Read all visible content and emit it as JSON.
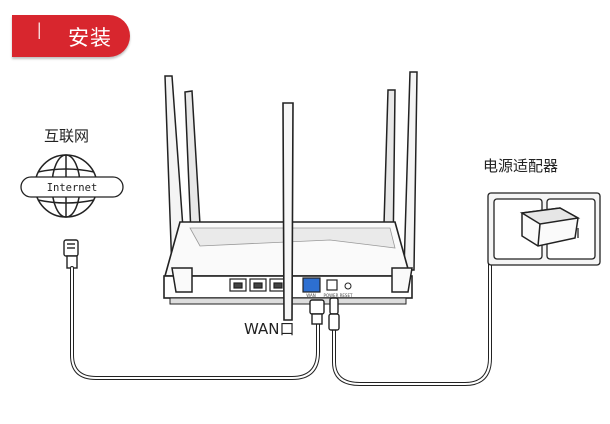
{
  "header": {
    "number": "I",
    "title": "安装"
  },
  "labels": {
    "internet": "互联网",
    "internet_box": "Internet",
    "wan": "WAN口",
    "adapter": "电源适配器",
    "port_wan": "WAN",
    "port_power": "POWER  RESET"
  },
  "colors": {
    "accent": "#d8262e",
    "wan_port": "#2d6fd1"
  }
}
